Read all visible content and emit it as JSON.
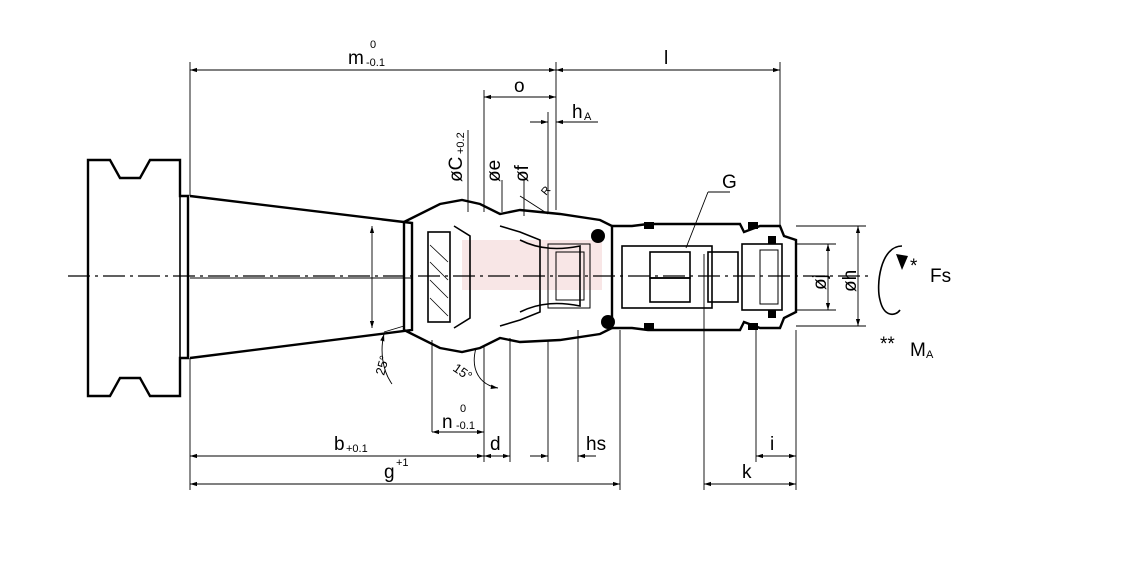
{
  "dimensions": {
    "m": {
      "letter": "m",
      "upper": "0",
      "lower": "-0.1"
    },
    "l": {
      "letter": "l"
    },
    "o": {
      "letter": "o"
    },
    "hA": {
      "letter": "h",
      "sub": "A"
    },
    "c": {
      "letter": "øC",
      "sub": "+0.2"
    },
    "e": {
      "letter": "øe"
    },
    "f": {
      "letter": "øf"
    },
    "r": {
      "letter": "R"
    },
    "G": {
      "letter": "G"
    },
    "j": {
      "letter": "øj"
    },
    "h": {
      "letter": "øh"
    },
    "b": {
      "letter": "b",
      "sub": "+0.1"
    },
    "n": {
      "letter": "n",
      "upper": "0",
      "lower": "-0.1"
    },
    "d": {
      "letter": "d"
    },
    "hs": {
      "letter": "hs"
    },
    "i": {
      "letter": "i"
    },
    "g": {
      "letter": "g",
      "sup": "+1"
    },
    "k": {
      "letter": "k"
    }
  },
  "angles": {
    "a25": "25°",
    "a15": "15°"
  },
  "annotations": {
    "fs": {
      "stars": "*",
      "label": "Fs"
    },
    "ma": {
      "stars": "**",
      "label": "M",
      "sub": "A"
    }
  },
  "colors": {
    "line": "#000000",
    "background": "#ffffff",
    "watermark": "#e8b8b8"
  }
}
